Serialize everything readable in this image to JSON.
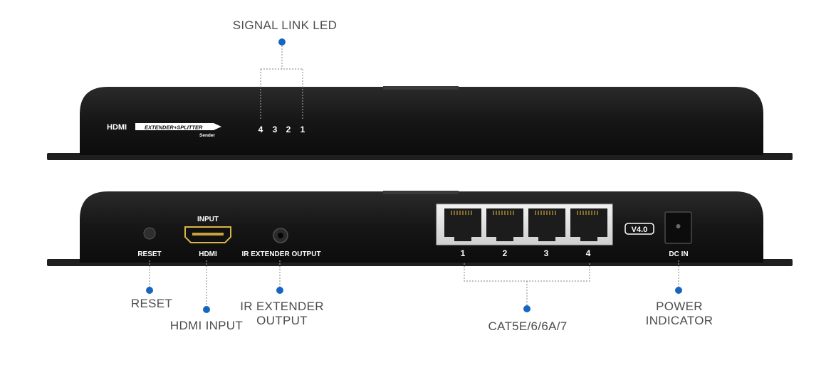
{
  "top_panel": {
    "logo_main": "HDMI",
    "logo_sub": "EXTENDER+SPLITTER",
    "logo_sender": "Sender",
    "led_labels": [
      "4",
      "3",
      "2",
      "1"
    ]
  },
  "rear_panel": {
    "reset_label": "RESET",
    "hdmi_top_label": "INPUT",
    "hdmi_bottom_label": "HDMI",
    "ir_label": "IR EXTENDER OUTPUT",
    "rj45_ports": [
      "1",
      "2",
      "3",
      "4"
    ],
    "version_badge": "V4.0",
    "dc_label": "DC IN"
  },
  "callouts": {
    "signal_link_led": "SIGNAL LINK LED",
    "reset": "RESET",
    "hdmi_input": "HDMI INPUT",
    "ir_output_line1": "IR EXTENDER",
    "ir_output_line2": "OUTPUT",
    "cat": "CAT5E/6/6A/7",
    "power_line1": "POWER",
    "power_line2": "INDICATOR"
  },
  "colors": {
    "device_body": "#1b1b1b",
    "callout_dot": "#1566c0",
    "callout_text": "#4d4d4d"
  }
}
